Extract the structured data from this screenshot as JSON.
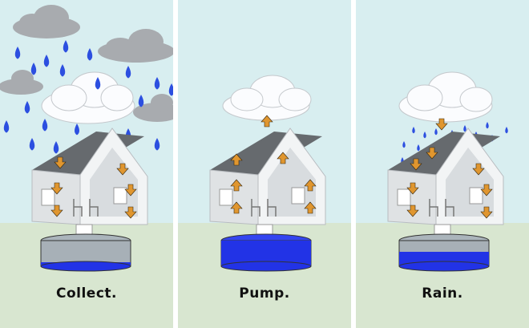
{
  "colors": {
    "sky": "#d8eef0",
    "ground": "#d8e6d0",
    "cloud_dark": "#a8abaf",
    "cloud_white": "#fbfcfe",
    "raindrop": "#2c4fe0",
    "water": "#2233e6",
    "arrow": "#e0962f",
    "roof": "#666a6e"
  },
  "icons": [
    "rain-cloud-icon",
    "house-icon",
    "water-tank-icon",
    "raindrop-icon",
    "arrow-icon",
    "chair-icon"
  ],
  "panels": [
    {
      "caption": "Collect.",
      "tank_fill_fraction": 0.15
    },
    {
      "caption": "Pump.",
      "tank_fill_fraction": 1.0
    },
    {
      "caption": "Rain.",
      "tank_fill_fraction": 0.55
    }
  ]
}
